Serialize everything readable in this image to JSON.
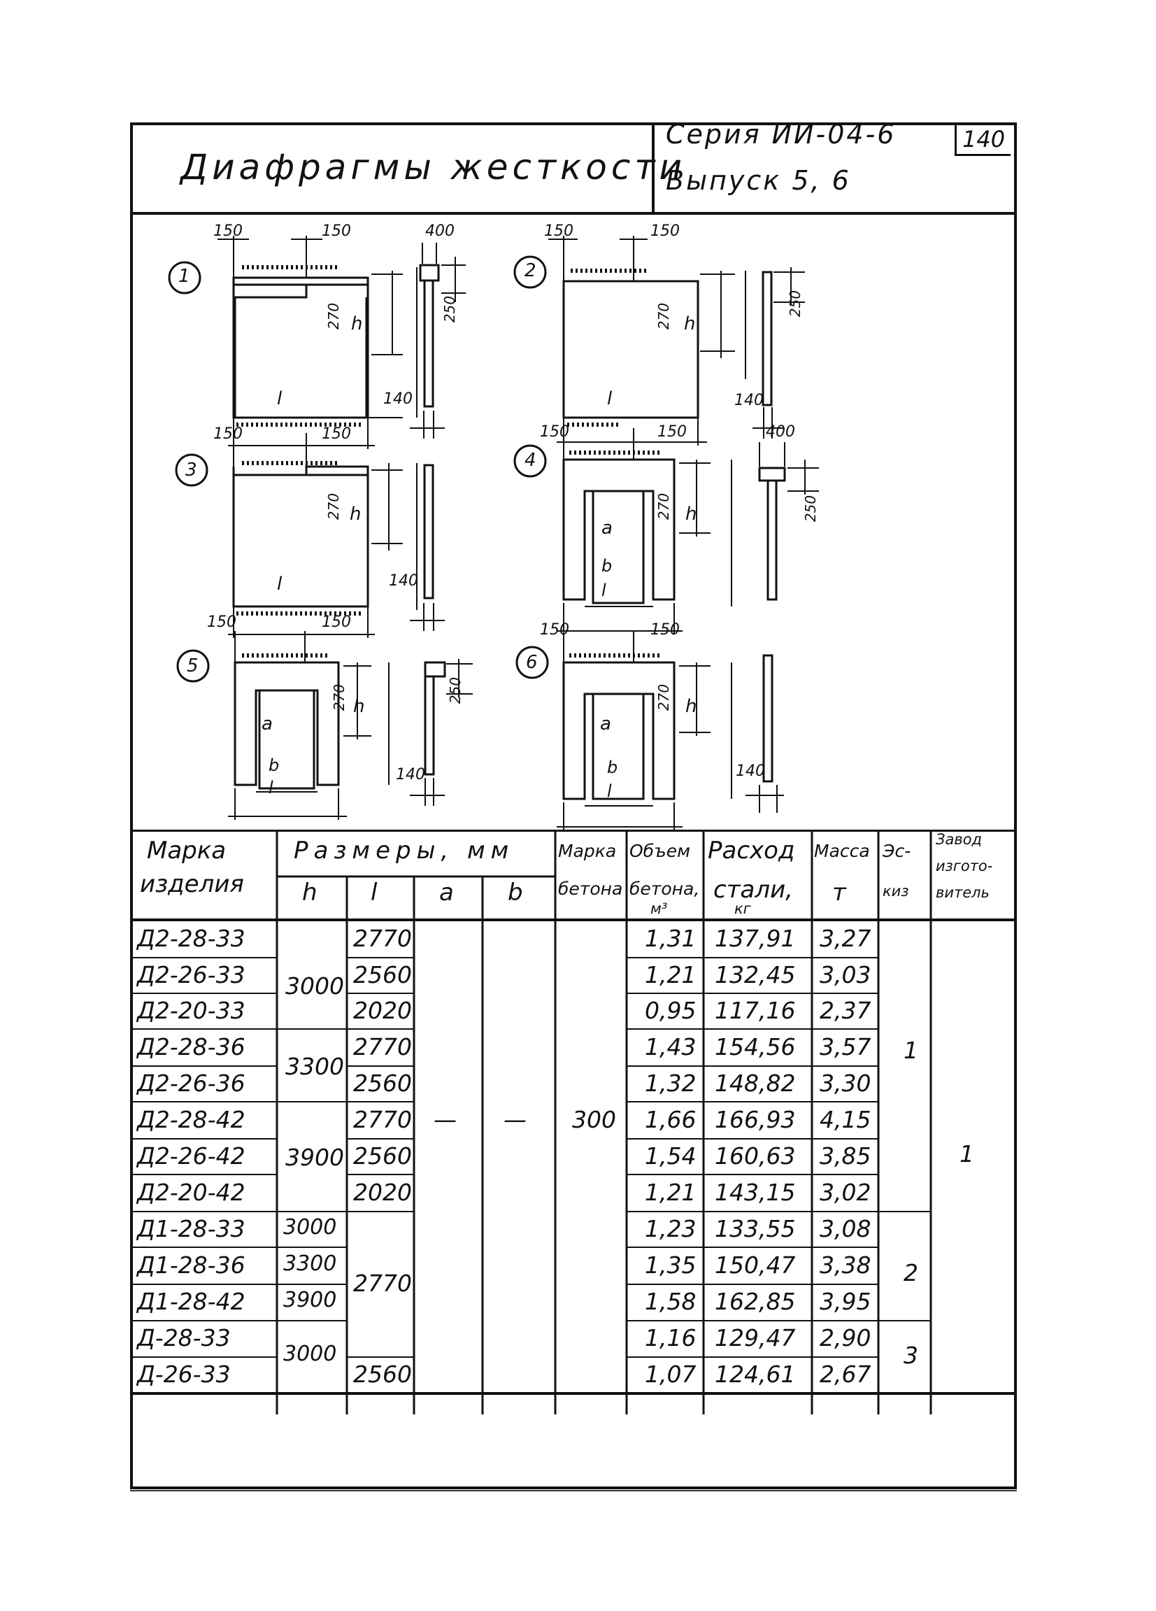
{
  "header": {
    "title": "Диафрагмы жесткости",
    "series_line": "Серия ИИ-04-6",
    "issue_line": "Выпуск 5, 6",
    "page_number": "140"
  },
  "sketches": [
    {
      "number": "1",
      "dim_left": "150",
      "dim_right": "150",
      "dim_270": "270",
      "dim_h": "h",
      "dim_l": "l",
      "side_top": "400",
      "side_250": "250",
      "side_140": "140"
    },
    {
      "number": "2",
      "dim_left": "150",
      "dim_right": "150",
      "dim_270": "270",
      "dim_h": "h",
      "dim_l": "l",
      "side_250": "250",
      "side_140": "140"
    },
    {
      "number": "3",
      "dim_left": "150",
      "dim_right": "150",
      "dim_270": "270",
      "dim_h": "h",
      "dim_l": "l",
      "side_140": "140"
    },
    {
      "number": "4",
      "dim_left": "150",
      "dim_right": "150",
      "dim_270": "270",
      "dim_h": "h",
      "dim_l": "l",
      "dim_a": "a",
      "dim_b": "b",
      "side_top": "400",
      "side_250": "250"
    },
    {
      "number": "5",
      "dim_left": "150",
      "dim_right": "150",
      "dim_270": "270",
      "dim_h": "h",
      "dim_l": "l",
      "dim_a": "a",
      "dim_b": "b",
      "side_250": "250",
      "side_140": "140"
    },
    {
      "number": "6",
      "dim_left": "150",
      "dim_right": "150",
      "dim_270": "270",
      "dim_h": "h",
      "dim_l": "l",
      "dim_a": "a",
      "dim_b": "b",
      "side_140": "140"
    }
  ],
  "table": {
    "headers": {
      "mark_1": "Марка",
      "mark_2": "изделия",
      "sizes": "Размеры, мм",
      "h": "h",
      "l": "l",
      "a": "a",
      "b": "b",
      "concrete_1": "Марка",
      "concrete_2": "бетона",
      "volume_1": "Объем",
      "volume_2": "бетона,",
      "volume_3": "м³",
      "steel_1": "Расход",
      "steel_2": "стали,",
      "steel_3": "кг",
      "mass_1": "Масса",
      "mass_2": "т",
      "sketch_1": "Эс-",
      "sketch_2": "киз",
      "plant_1": "Завод",
      "plant_2": "изгото-",
      "plant_3": "витель"
    },
    "rows": [
      {
        "mark": "Д2-28-33",
        "l": "2770",
        "volume": "1,31",
        "steel": "137,91",
        "mass": "3,27"
      },
      {
        "mark": "Д2-26-33",
        "l": "2560",
        "volume": "1,21",
        "steel": "132,45",
        "mass": "3,03"
      },
      {
        "mark": "Д2-20-33",
        "l": "2020",
        "volume": "0,95",
        "steel": "117,16",
        "mass": "2,37"
      },
      {
        "mark": "Д2-28-36",
        "l": "2770",
        "volume": "1,43",
        "steel": "154,56",
        "mass": "3,57"
      },
      {
        "mark": "Д2-26-36",
        "l": "2560",
        "volume": "1,32",
        "steel": "148,82",
        "mass": "3,30"
      },
      {
        "mark": "Д2-28-42",
        "l": "2770",
        "volume": "1,66",
        "steel": "166,93",
        "mass": "4,15"
      },
      {
        "mark": "Д2-26-42",
        "l": "2560",
        "volume": "1,54",
        "steel": "160,63",
        "mass": "3,85"
      },
      {
        "mark": "Д2-20-42",
        "l": "2020",
        "volume": "1,21",
        "steel": "143,15",
        "mass": "3,02"
      },
      {
        "mark": "Д1-28-33",
        "h": "3000",
        "volume": "1,23",
        "steel": "133,55",
        "mass": "3,08"
      },
      {
        "mark": "Д1-28-36",
        "h": "3300",
        "volume": "1,35",
        "steel": "150,47",
        "mass": "3,38"
      },
      {
        "mark": "Д1-28-42",
        "h": "3900",
        "volume": "1,58",
        "steel": "162,85",
        "mass": "3,95"
      },
      {
        "mark": "Д-28-33",
        "volume": "1,16",
        "steel": "129,47",
        "mass": "2,90"
      },
      {
        "mark": "Д-26-33",
        "l": "2560",
        "volume": "1,07",
        "steel": "124,61",
        "mass": "2,67"
      }
    ],
    "merged": {
      "h_3000": "3000",
      "h_3300": "3300",
      "h_3900": "3900",
      "h_3000b": "3000",
      "l_2770": "2770",
      "a_dash": "—",
      "b_dash": "—",
      "concrete": "300",
      "sketch_1": "1",
      "sketch_2": "2",
      "sketch_3": "3",
      "plant": "1"
    }
  }
}
